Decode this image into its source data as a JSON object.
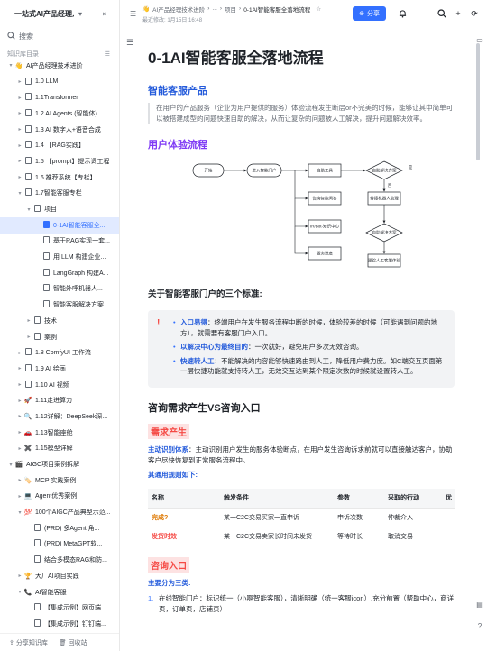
{
  "sidebar": {
    "title": "一站式AI产品经理入门...",
    "search_placeholder": "搜索",
    "section_label": "知识库目录",
    "footer_share": "分享知识库",
    "footer_trash": "回收站",
    "items": [
      {
        "label": "AI产品经理技术进阶",
        "level": 1,
        "chev": "▾",
        "icon": "👋"
      },
      {
        "label": "1.0 LLM",
        "level": 2,
        "chev": "▸",
        "icon": "doc"
      },
      {
        "label": "1.1Transformer",
        "level": 2,
        "chev": "▸",
        "icon": "doc"
      },
      {
        "label": "1.2 AI Agents (智能体)",
        "level": 2,
        "chev": "▸",
        "icon": "doc"
      },
      {
        "label": "1.3 AI 数字人+语音合成",
        "level": 2,
        "chev": "▸",
        "icon": "doc"
      },
      {
        "label": "1.4 【RAG实践】",
        "level": 2,
        "chev": "▸",
        "icon": "doc"
      },
      {
        "label": "1.5 【prompt】提示词工程",
        "level": 2,
        "chev": "▸",
        "icon": "doc"
      },
      {
        "label": "1.6 推荐系统【专栏】",
        "level": 2,
        "chev": "▸",
        "icon": "doc"
      },
      {
        "label": "1.7智能客服专栏",
        "level": 2,
        "chev": "▾",
        "icon": "doc"
      },
      {
        "label": "项目",
        "level": 3,
        "chev": "▾",
        "icon": "doc"
      },
      {
        "label": "0-1AI智能客服全...",
        "level": 4,
        "chev": "",
        "icon": "doc",
        "active": true
      },
      {
        "label": "基于RAG实现一套...",
        "level": 4,
        "chev": "",
        "icon": "doc"
      },
      {
        "label": "用 LLM 构建企业...",
        "level": 4,
        "chev": "",
        "icon": "doc"
      },
      {
        "label": "LangGraph 构建A...",
        "level": 4,
        "chev": "",
        "icon": "doc"
      },
      {
        "label": "智能外呼机器人...",
        "level": 4,
        "chev": "",
        "icon": "doc"
      },
      {
        "label": "智能客服解决方案",
        "level": 4,
        "chev": "",
        "icon": "doc"
      },
      {
        "label": "技术",
        "level": 3,
        "chev": "▸",
        "icon": "doc"
      },
      {
        "label": "案例",
        "level": 3,
        "chev": "▸",
        "icon": "doc"
      },
      {
        "label": "1.8 ComfyUI 工作流",
        "level": 2,
        "chev": "▸",
        "icon": "doc"
      },
      {
        "label": "1.9 AI 绘画",
        "level": 2,
        "chev": "▸",
        "icon": "doc"
      },
      {
        "label": "1.10 AI 视频",
        "level": 2,
        "chev": "▸",
        "icon": "doc"
      },
      {
        "label": "1.11走进算力",
        "level": 2,
        "chev": "▸",
        "icon": "🚀"
      },
      {
        "label": "1.12详解：DeepSeek深...",
        "level": 2,
        "chev": "▸",
        "icon": "🔍"
      },
      {
        "label": "1.13智能座舱",
        "level": 2,
        "chev": "▸",
        "icon": "🚗"
      },
      {
        "label": "1.15模型详解",
        "level": 2,
        "chev": "▸",
        "icon": "✖️"
      },
      {
        "label": "AIGC项目案例拆解",
        "level": 1,
        "chev": "▾",
        "icon": "🎬"
      },
      {
        "label": "MCP 实践案例",
        "level": 2,
        "chev": "▸",
        "icon": "🏷️"
      },
      {
        "label": "Agent优秀案例",
        "level": 2,
        "chev": "▸",
        "icon": "💻"
      },
      {
        "label": "100个AIGC产品典型示范...",
        "level": 2,
        "chev": "▾",
        "icon": "💯"
      },
      {
        "label": "(PRD) 多Agent 角...",
        "level": 3,
        "chev": "",
        "icon": "doc"
      },
      {
        "label": "(PRD) MetaGPT软...",
        "level": 3,
        "chev": "",
        "icon": "doc"
      },
      {
        "label": "结合多模态RAG和防...",
        "level": 3,
        "chev": "",
        "icon": "doc"
      },
      {
        "label": "大厂AI项目实践",
        "level": 2,
        "chev": "▸",
        "icon": "🏆"
      },
      {
        "label": "AI智能客服",
        "level": 2,
        "chev": "▾",
        "icon": "📞"
      },
      {
        "label": "【集成示例】网页端",
        "level": 3,
        "chev": "",
        "icon": "doc"
      },
      {
        "label": "【集成示例】钉钉端...",
        "level": 3,
        "chev": "",
        "icon": "doc"
      }
    ]
  },
  "topbar": {
    "crumb_root": "AI产品经理技术进阶",
    "crumb_ellipsis": "...",
    "crumb_mid": "项目",
    "crumb_current": "0-1AI智能客服全落地流程",
    "edit_time": "最近修改: 1月15日 16:48",
    "share_label": "分享"
  },
  "doc": {
    "title": "0-1AI智能客服全落地流程",
    "section1_title": "智能客服产品",
    "section1_quote": "在用户的产品服务（企业为用户提供的服务）体验流程发生断层or不完美的时候，能够让其中简单可以被搭建成型的问题快速自助的解决，从而让复杂的问题被人工解决，提升问题解决效率。",
    "section2_title": "用户体验流程",
    "diagram": {
      "start": "开始",
      "portal": "进入智能门户",
      "self_service": "自助工具",
      "q1": "自助解决方案",
      "yes": "是",
      "no": "否",
      "robot": "咨询智能问答",
      "transfer": "转接机器人助理",
      "faq": "IR/Bot-知识中心",
      "q2": "自助解决方案",
      "progress": "服务进度",
      "human": "跟踪人工客服体验"
    },
    "standards_title": "关于智能客服门户的三个标准:",
    "standards": [
      {
        "kw": "入口易得",
        "text": "：终端用户在发生服务流程中断的时候，体验较差的时候（可能遇到问题的地方），就需要有客服门户入口。"
      },
      {
        "kw": "以解决中心为最终目的",
        "text": "：一次就好，避免用户多次无效咨询。"
      },
      {
        "kw": "快速转人工",
        "text": "：不能解决的内容能够快速路由到人工，降低用户费力度。如C端交互页面第一层快捷功能就支持转人工，无效交互达到某个限定次数的时候就设置转人工。"
      }
    ],
    "section3_title": "咨询需求产生VS咨询入口",
    "demand_tag": "需求产生",
    "demand_kw": "主动识别体系",
    "demand_text": "：主动识别用户发生的服务体验断点，在用户发生咨询诉求前就可以直接触达客户，协助客户尽快恢复到正常服务流程中。",
    "rules_label": "其通用规则如下:",
    "table": {
      "headers": [
        "名称",
        "触发条件",
        "参数",
        "采取的行动",
        "优"
      ],
      "rows": [
        [
          "完成?",
          "某一C2C交易买家一直申诉",
          "申诉次数",
          "仲裁介入",
          ""
        ],
        [
          "发货时效",
          "某一C2C交易卖家长时间未发货",
          "等待时长",
          "取消交易",
          ""
        ]
      ]
    },
    "entry_tag": "咨询入口",
    "entry_sub": "主要分为三类:",
    "entry_item_num": "1.",
    "entry_item": "在线智能门户：标识统一（小啊智能客服），清晰明确（统一客服icon）,充分前置（帮助中心，商详页，订单页，店铺页）"
  }
}
